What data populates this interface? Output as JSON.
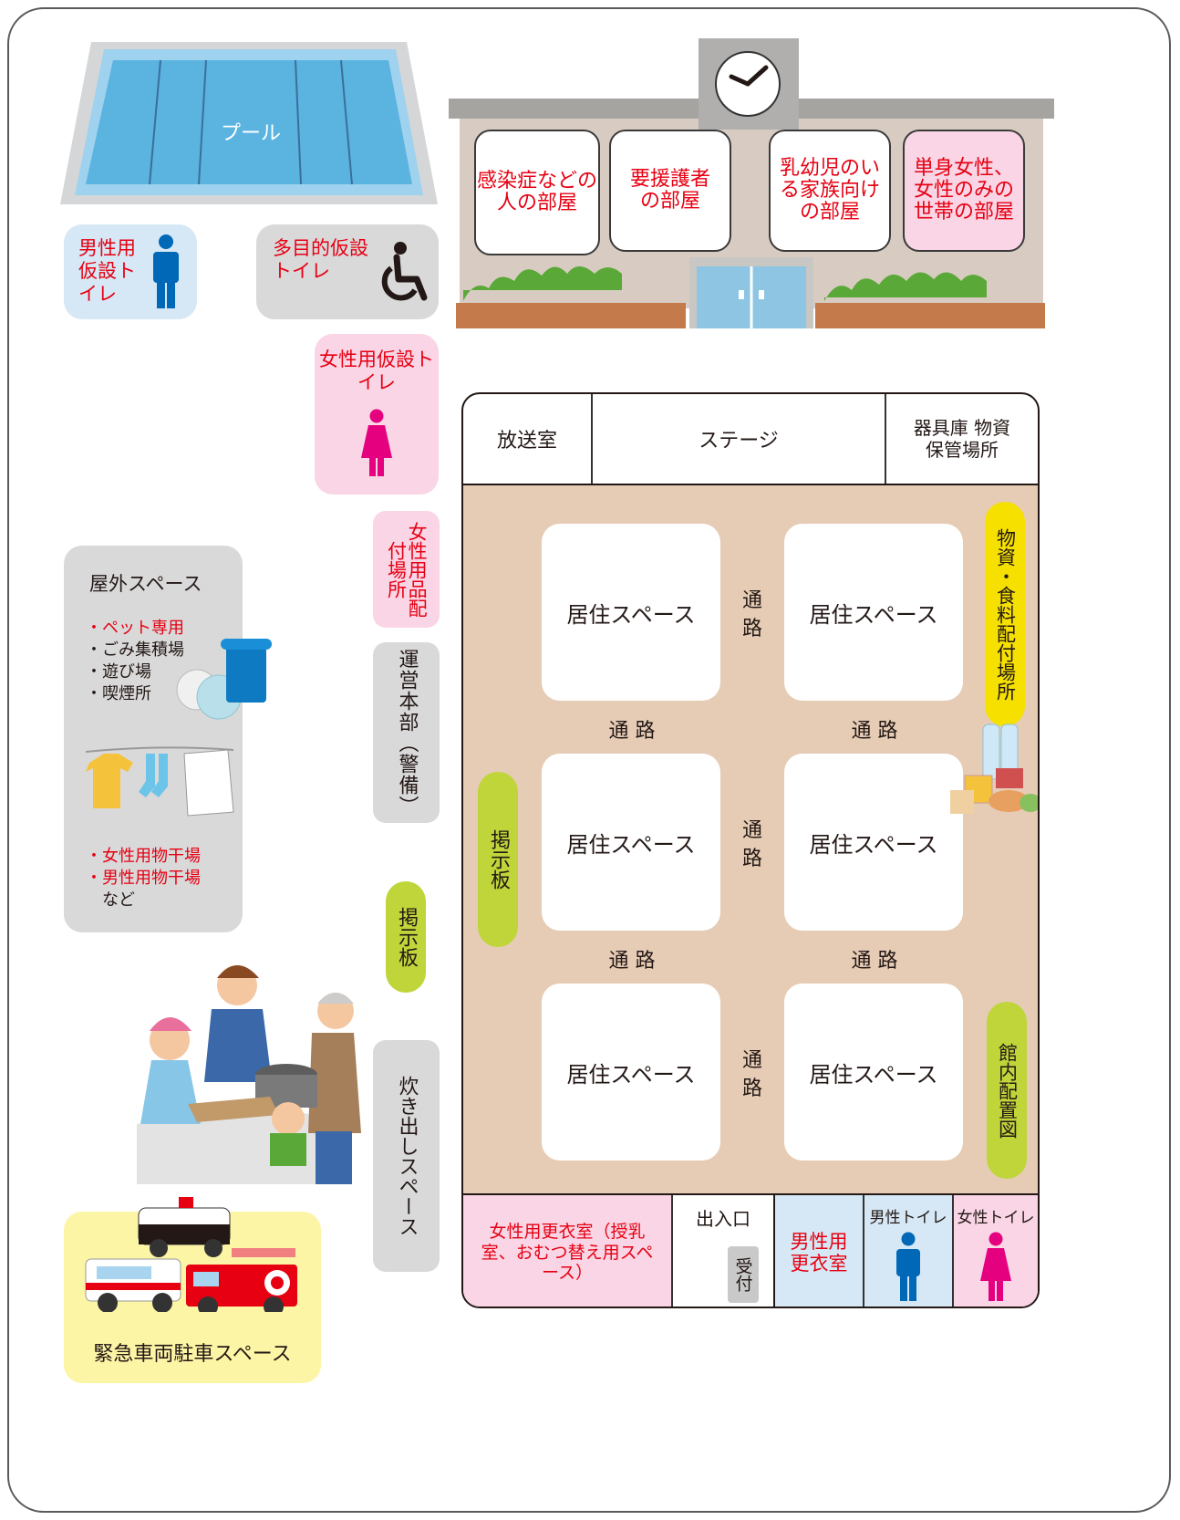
{
  "pool": {
    "label": "プール"
  },
  "school_rooms": [
    {
      "label": "感染症などの人の部屋"
    },
    {
      "label": "要援護者の部屋"
    },
    {
      "label": "乳幼児のいる家族向けの部屋"
    },
    {
      "label": "単身女性、女性のみの世帯の部屋"
    }
  ],
  "toilets": {
    "male": "男性用仮設トイレ",
    "multi": "多目的仮設トイレ",
    "female": "女性用仮設トイレ"
  },
  "women_items": "女性用品配付場所",
  "headquarters": "運営本部（警備）",
  "outdoor": {
    "title": "屋外スペース",
    "items": [
      "・ペット専用",
      "・ごみ集積場",
      "・遊び場",
      "・喫煙所"
    ],
    "items2": [
      "・女性用物干場",
      "・男性用物干場",
      "など"
    ]
  },
  "bulletin_outer": "掲示板",
  "cooking": "炊き出しスペース",
  "emergency": "緊急車両駐車スペース",
  "gym": {
    "top": [
      "放送室",
      "ステージ",
      "器具庫 物資保管場所"
    ],
    "living": "居住スペース",
    "aisle": "通路",
    "aisle_row": "通 路",
    "supply": "物資・食料配付場所",
    "bulletin_inner": "掲示板",
    "floor_map": "館内配置図",
    "bottom": {
      "changing_women": "女性用更衣室（授乳室、おむつ替え用スペース）",
      "entrance": "出入口",
      "reception": "受付",
      "changing_men": "男性用更衣室",
      "toilet_men": "男性トイレ",
      "toilet_women": "女性トイレ"
    }
  },
  "colors": {
    "pool": "#5bb3e0",
    "blue_panel": "#d6e8f5",
    "gray_panel": "#d9d9da",
    "pink_panel": "#f9d5e5",
    "yellow_panel": "#fdf5a6",
    "gym_floor": "#e6ccb5",
    "green_label": "#bfd53a",
    "yellow_label": "#f5e000"
  }
}
